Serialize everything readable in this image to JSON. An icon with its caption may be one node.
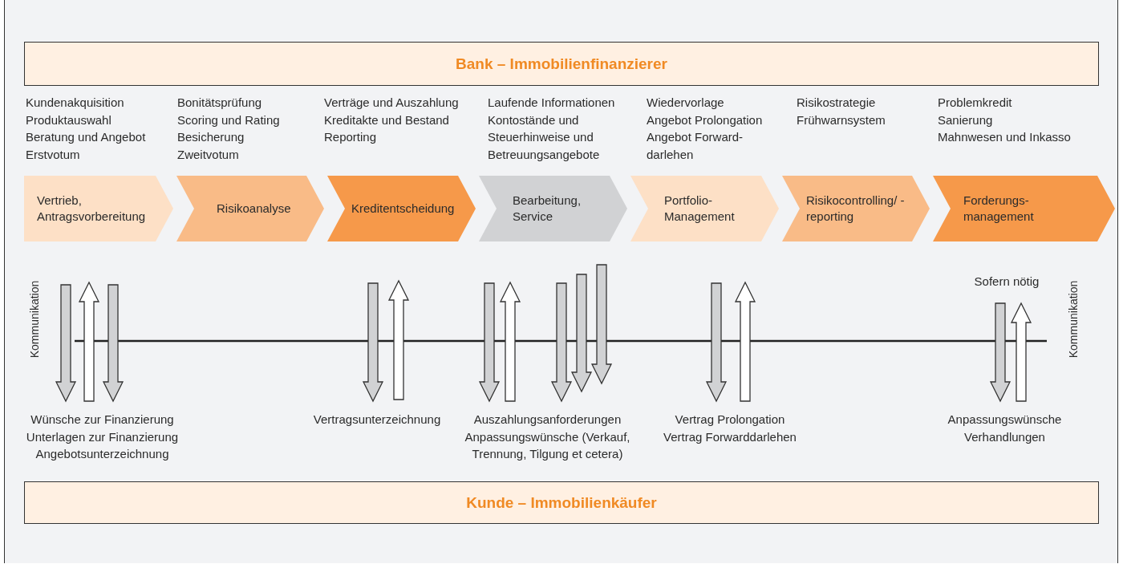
{
  "diagram": {
    "nodes": [
      {
        "text": [
          "Bank – Immobilienfinanzierer"
        ]
      },
      {
        "text": [
          "Kunde – Immobilienkäufer"
        ]
      },
      {
        "text": [
          "Vertrieb, Antragsvorbereitung"
        ]
      },
      {
        "text": [
          "Risikoanalyse"
        ]
      },
      {
        "text": [
          "Kreditentscheidung"
        ]
      },
      {
        "text": [
          "Bearbeitung, Service"
        ]
      },
      {
        "text": [
          "Portfolio-Management"
        ]
      },
      {
        "text": [
          "Risikocontrolling/ -reporting"
        ]
      },
      {
        "text": [
          "Forderungs-management"
        ]
      }
    ],
    "labels": [
      "Kundenakquisition",
      "Produktauswahl",
      "Beratung und Angebot",
      "Erstvotum",
      "Bonitätsprüfung",
      "Scoring und Rating",
      "Besicherung",
      "Zweitvotum",
      "Verträge und Auszahlung",
      "Kreditakte und Bestand",
      "Reporting",
      "Laufende Informationen",
      "Kontostände und Steuerhinweise und Betreuungsangebote",
      "Wiedervorlage",
      "Angebot Prolongation",
      "Angebot Forward-darlehen",
      "Risikostrategie",
      "Frühwarnsystem",
      "Problemkredit",
      "Sanierung",
      "Mahnwesen und Inkasso",
      "Kommunikation",
      "Sofern nötig",
      "Kommunikation",
      "Wünsche zur Finanzierung",
      "Unterlagen zur Finanzierung",
      "Angebotsunterzeichnung",
      "Vertragsunterzeichnung",
      "Auszahlungsanforderungen",
      "Anpassungswünsche (Verkauf, Trennung, Tilgung et cetera)",
      "Vertrag Prolongation",
      "Vertrag Forwarddarlehen",
      "Anpassungswünsche",
      "Verhandlungen"
    ]
  }
}
